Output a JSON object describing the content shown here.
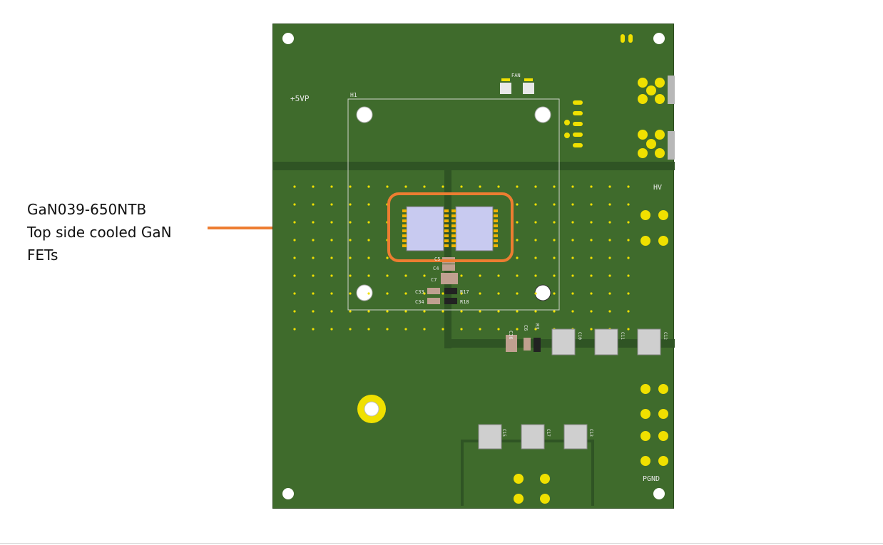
{
  "annotation": {
    "lines": [
      "GaN039-650NTB",
      "Top side cooled GaN",
      "FETs"
    ]
  },
  "board_labels": {
    "plus5vp": "+5VP",
    "h1": "H1",
    "fan": "FAN",
    "hv": "HV",
    "pgnd": "PGND",
    "c4": "C4",
    "c5": "C5",
    "c7": "C7",
    "c33": "C33",
    "c34": "C34",
    "r17": "R17",
    "r18": "R18",
    "c36": "C36",
    "c6": "C6",
    "r3": "R3",
    "c10": "C10",
    "c11": "C11",
    "c12": "C12",
    "c15": "C15",
    "c17": "C17",
    "c13": "C13"
  },
  "colors": {
    "board": "#3f6b2c",
    "copper_pour": "#2f5424",
    "highlight": "#ed7d31",
    "fet_body": "#c8caf0",
    "pad": "#f0e000"
  }
}
